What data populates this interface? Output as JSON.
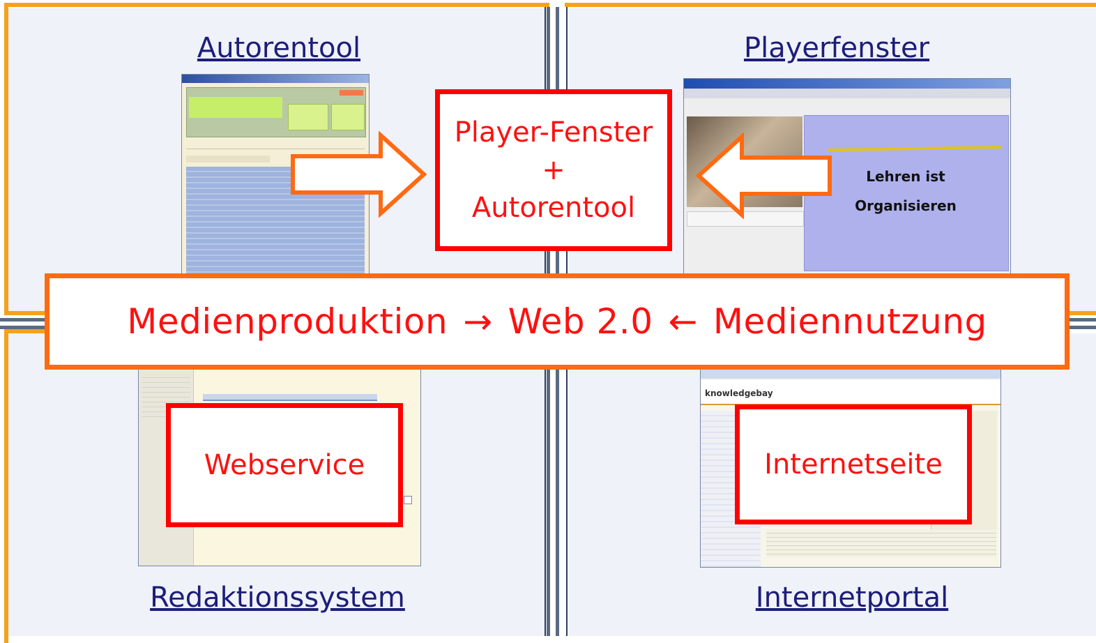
{
  "quadrants": {
    "top_left_title": "Autorentool",
    "top_right_title": "Playerfenster",
    "bottom_left_title": "Redaktionssystem",
    "bottom_right_title": "Internetportal"
  },
  "center_box": {
    "line1": "Player-Fenster",
    "line2": "+",
    "line3": "Autorentool"
  },
  "banner": {
    "left": "Medienproduktion",
    "arrow_right": "→",
    "middle": "Web 2.0",
    "arrow_left": "←",
    "right": "Mediennutzung"
  },
  "webservice_box": "Webservice",
  "internetseite_box": "Internetseite",
  "player_slide": {
    "line1": "Lehren ist",
    "line2": "Organisieren"
  },
  "colors": {
    "frame_orange": "#f5a21a",
    "banner_orange": "#ff6a12",
    "text_red": "#ff1010",
    "title_blue": "#1d1d7a",
    "rail": "#5a6a82"
  }
}
